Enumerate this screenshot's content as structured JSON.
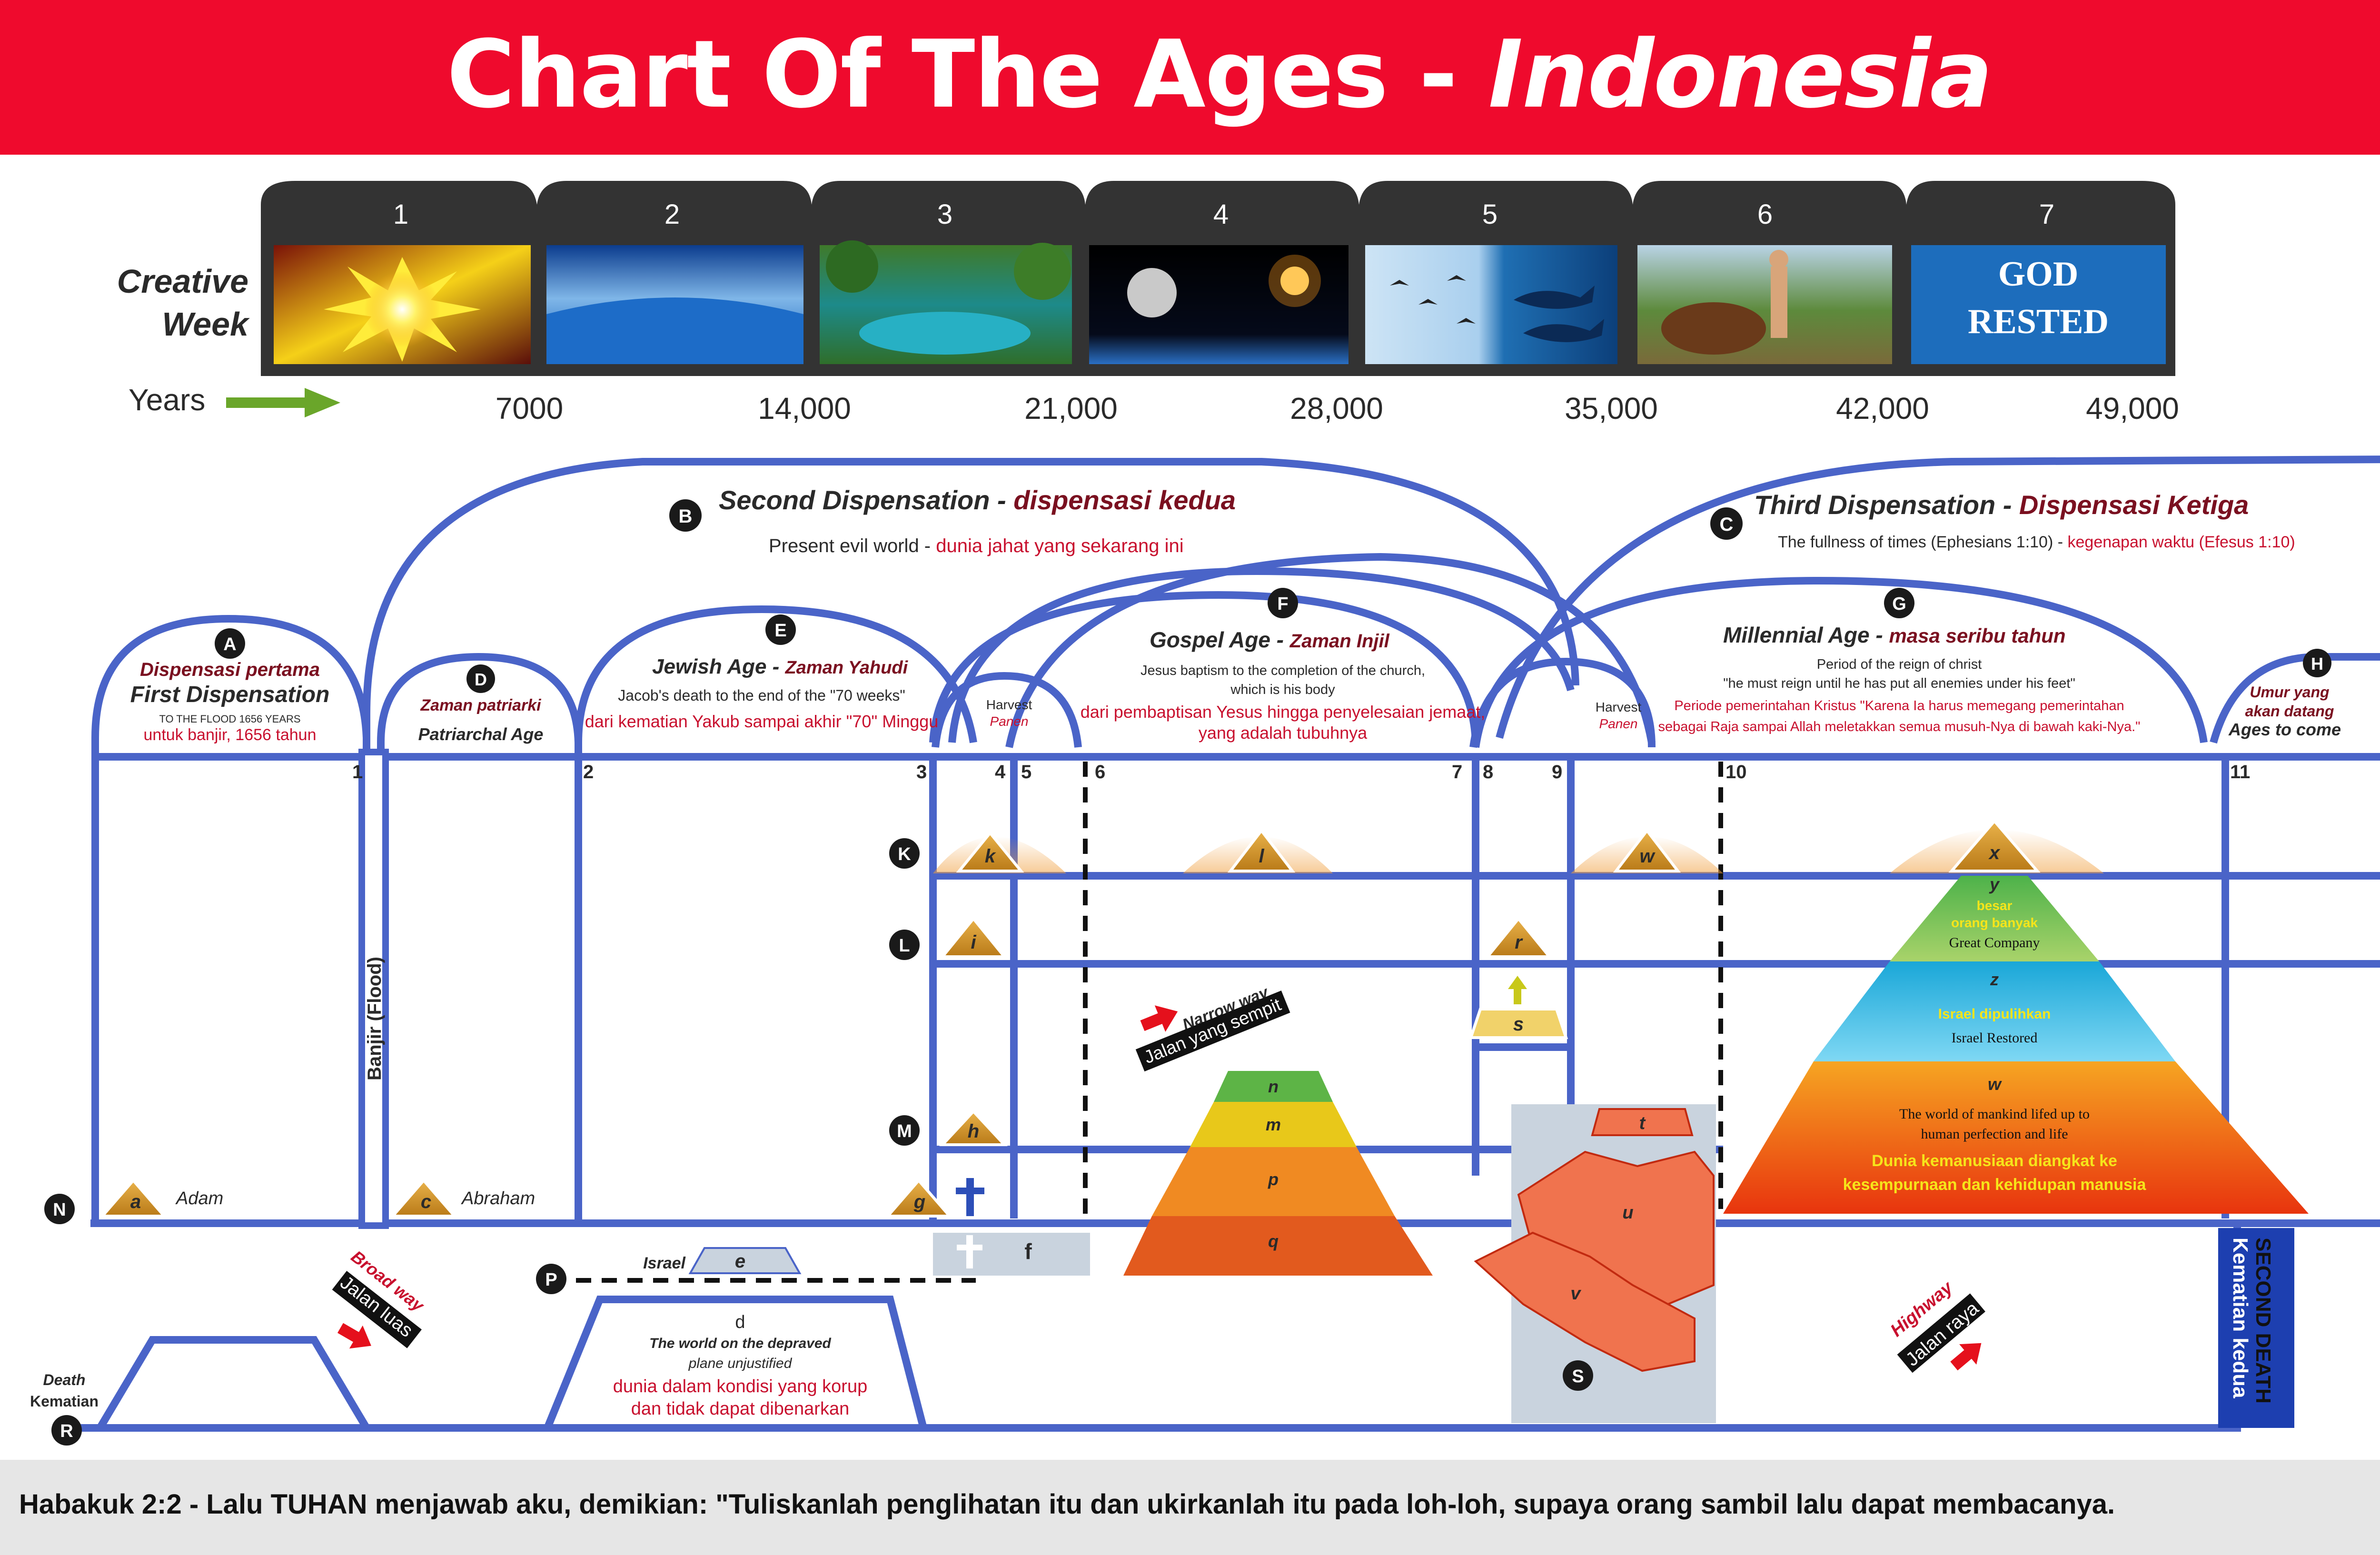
{
  "title": {
    "main": "Chart Of The Ages - ",
    "country": "Indonesia"
  },
  "creative_week": {
    "label_line1": "Creative",
    "label_line2": "Week",
    "days": [
      "1",
      "2",
      "3",
      "4",
      "5",
      "6",
      "7"
    ],
    "day7_line1": "GOD",
    "day7_line2": "RESTED",
    "years_label": "Years",
    "years": [
      "7000",
      "14,000",
      "21,000",
      "28,000",
      "35,000",
      "42,000",
      "49,000"
    ]
  },
  "dispensations": {
    "second": {
      "letter": "B",
      "title": "Second Dispensation",
      "title_id": "dispensasi kedua",
      "sub": "Present evil world",
      "sub_id": "dunia jahat yang sekarang ini"
    },
    "third": {
      "letter": "C",
      "title": "Third Dispensation",
      "title_id": "Dispensasi Ketiga",
      "sub": "The fullness of times (Ephesians 1:10)",
      "sub_id": "kegenapan waktu (Efesus 1:10)"
    },
    "first": {
      "letter": "A",
      "title_id": "Dispensasi pertama",
      "title": "First Dispensation",
      "sub": "TO THE FLOOD 1656 YEARS",
      "sub_id": "untuk banjir, 1656 tahun"
    }
  },
  "ages": {
    "patriarchal": {
      "letter": "D",
      "title_id": "Zaman patriarki",
      "title": "Patriarchal Age"
    },
    "jewish": {
      "letter": "E",
      "title": "Jewish Age",
      "title_id": "Zaman Yahudi",
      "sub": "Jacob's death to the end of the \"70 weeks\"",
      "sub_id": "dari kematian Yakub sampai akhir \"70\" Minggu"
    },
    "gospel": {
      "letter": "F",
      "title": "Gospel Age",
      "title_id": "Zaman Injil",
      "sub1": "Jesus baptism to the completion of the church,",
      "sub2": "which is his body",
      "sub_id1": "dari pembaptisan Yesus hingga penyelesaian jemaat,",
      "sub_id2": "yang adalah tubuhnya"
    },
    "millennial": {
      "letter": "G",
      "title": "Millennial Age",
      "title_id": "masa seribu tahun",
      "sub1": "Period of the reign of christ",
      "sub2": "\"he must reign until he has put all enemies under his feet\"",
      "sub_id1": "Periode pemerintahan Kristus \"Karena Ia harus memegang pemerintahan",
      "sub_id2": "sebagai Raja sampai Allah meletakkan semua musuh-Nya di bawah kaki-Nya.\""
    },
    "to_come": {
      "letter": "H",
      "title_id1": "Umur yang",
      "title_id2": "akan datang",
      "title": "Ages to come"
    },
    "harvest1": {
      "title": "Harvest",
      "title_id": "Panen"
    },
    "harvest2": {
      "title": "Harvest",
      "title_id": "Panen"
    }
  },
  "period_numbers": [
    "1",
    "2",
    "3",
    "4",
    "5",
    "6",
    "7",
    "8",
    "9",
    "10",
    "11"
  ],
  "flood": {
    "label": "Banjir (Flood)"
  },
  "planes": [
    "K",
    "L",
    "M",
    "N",
    "P",
    "R",
    "S"
  ],
  "markers": {
    "a": "a",
    "adam": "Adam",
    "c": "c",
    "abraham": "Abraham",
    "g": "g",
    "h": "h",
    "i": "i",
    "k": "k",
    "l": "l",
    "w_top": "w",
    "r": "r",
    "s": "s",
    "x": "x",
    "e": "e",
    "israel": "Israel",
    "f": "f",
    "t": "t",
    "u": "u",
    "v": "v"
  },
  "gospel_pyramid": [
    "n",
    "m",
    "p",
    "q"
  ],
  "millennial_pyramid": {
    "y": "y",
    "y_id1": "besar",
    "y_id2": "orang banyak",
    "y_en": "Great Company",
    "z": "z",
    "z_id": "Israel dipulihkan",
    "z_en": "Israel Restored",
    "w": "w",
    "w_en1": "The world of mankind lifed up to",
    "w_en2": "human perfection and life",
    "w_id1": "Dunia kemanusiaan diangkat ke",
    "w_id2": "kesempurnaan dan kehidupan manusia"
  },
  "paths": {
    "narrow_en": "Narrow way",
    "narrow_id": "Jalan yang sempit",
    "broad_en": "Broad way",
    "broad_id": "Jalan luas",
    "high_en": "Highway",
    "high_id": "Jalan raya"
  },
  "world_d": {
    "letter": "d",
    "en1": "The world on the depraved",
    "en2": "plane unjustified",
    "id1": "dunia dalam kondisi yang korup",
    "id2": "dan tidak dapat dibenarkan"
  },
  "death": {
    "en": "Death",
    "id": "Kematian"
  },
  "second_death": {
    "en": "SECOND DEATH",
    "id": "Kematian kedua"
  },
  "footer": "Habakuk 2:2 - Lalu TUHAN menjawab aku, demikian: \"Tuliskanlah penglihatan itu dan ukirkanlah itu pada loh-loh, supaya orang sambil lalu dapat membacanya."
}
